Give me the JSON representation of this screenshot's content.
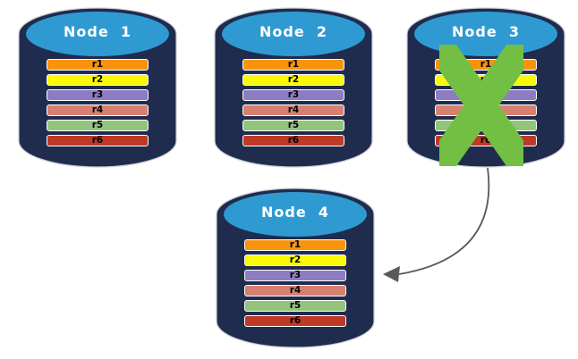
{
  "page": {
    "background": "#FFFFFF"
  },
  "palette": {
    "cylinder_body": "#1F2C4E",
    "cylinder_top": "#2F9AD2",
    "cylinder_outline": "#C9CDD4",
    "node_title_text": "#FFFFFF",
    "row_text": "#000000",
    "row_border": "#FFFFFF",
    "failure_x": "#72BF44",
    "arrow": "#595959",
    "rows": {
      "r1": "#F7940B",
      "r2": "#FAFA08",
      "r3": "#8E7CC3",
      "r4": "#D8806F",
      "r5": "#93C47D",
      "r6": "#BE3A26"
    }
  },
  "nodes": [
    {
      "title": "Node  1",
      "failed": false,
      "rows": [
        "r1",
        "r2",
        "r3",
        "r4",
        "r5",
        "r6"
      ]
    },
    {
      "title": "Node  2",
      "failed": false,
      "rows": [
        "r1",
        "r2",
        "r3",
        "r4",
        "r5",
        "r6"
      ]
    },
    {
      "title": "Node  3",
      "failed": true,
      "rows": [
        "r1",
        "r2",
        "r3",
        "r4",
        "r5",
        "r6"
      ]
    },
    {
      "title": "Node  4",
      "failed": false,
      "rows": [
        "r1",
        "r2",
        "r3",
        "r4",
        "r5",
        "r6"
      ]
    }
  ],
  "arrow": {
    "from": "Node  3",
    "to": "Node  4"
  }
}
